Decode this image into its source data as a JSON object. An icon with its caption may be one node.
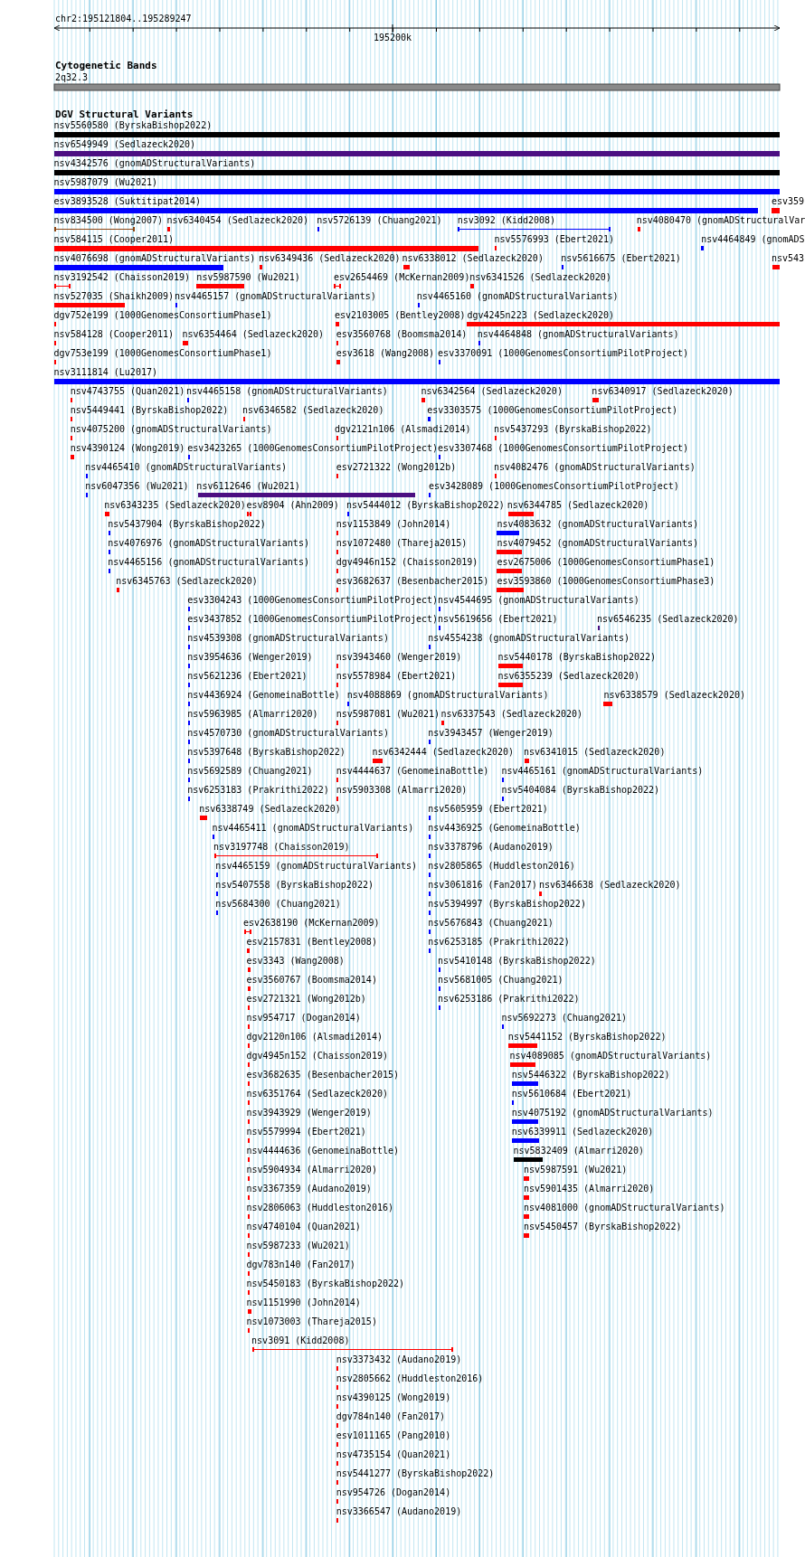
{
  "diagram": {
    "labels": [
      "chr2:195121804..195289247",
      "195200k",
      "Cytogenetic Bands",
      "2q32.3",
      "DGV Structural Variants",
      "nsv5560580 (ByrskaBishop2022)",
      "nsv6549949 (Sedlazeck2020)",
      "nsv4342576 (gnomADStructuralVariants)",
      "nsv5987079 (Wu2021)",
      "esv3893528 (Suktitipat2014)",
      "esv359",
      "nsv834500 (Wong2007)",
      "nsv6340454 (Sedlazeck2020)",
      "nsv5726139 (Chuang2021)",
      "nsv3092 (Kidd2008)",
      "nsv4080470 (gnomADStructuralVar",
      "nsv584115 (Cooper2011)",
      "nsv5576993 (Ebert2021)",
      "nsv4464849 (gnomADS",
      "nsv4076698 (gnomADStructuralVariants)",
      "nsv6349436 (Sedlazeck2020)",
      "nsv6338012 (Sedlazeck2020)",
      "nsv5616675 (Ebert2021)",
      "nsv543",
      "nsv3192542 (Chaisson2019)",
      "nsv5987590 (Wu2021)",
      "esv2654469 (McKernan2009)",
      "nsv6341526 (Sedlazeck2020)",
      "nsv527035 (Shaikh2009)",
      "nsv4465157 (gnomADStructuralVariants)",
      "nsv4465160 (gnomADStructuralVariants)",
      "dgv752e199 (1000GenomesConsortiumPhase1)",
      "esv2103005 (Bentley2008)",
      "dgv4245n223 (Sedlazeck2020)",
      "nsv584128 (Cooper2011)",
      "nsv6354464 (Sedlazeck2020)",
      "esv3560768 (Boomsma2014)",
      "nsv4464848 (gnomADStructuralVariants)",
      "dgv753e199 (1000GenomesConsortiumPhase1)",
      "esv3618 (Wang2008)",
      "esv3370091 (1000GenomesConsortiumPilotProject)",
      "nsv3111814 (Lu2017)",
      "nsv4743755 (Quan2021)",
      "nsv4465158 (gnomADStructuralVariants)",
      "nsv6342564 (Sedlazeck2020)",
      "nsv6340917 (Sedlazeck2020)",
      "nsv5449441 (ByrskaBishop2022)",
      "nsv6346582 (Sedlazeck2020)",
      "esv3303575 (1000GenomesConsortiumPilotProject)",
      "nsv4075200 (gnomADStructuralVariants)",
      "dgv2121n106 (Alsmadi2014)",
      "nsv5437293 (ByrskaBishop2022)",
      "nsv4390124 (Wong2019)",
      "esv3423265 (1000GenomesConsortiumPilotProject)",
      "esv3307468 (1000GenomesConsortiumPilotProject)",
      "nsv4465410 (gnomADStructuralVariants)",
      "esv2721322 (Wong2012b)",
      "nsv4082476 (gnomADStructuralVariants)",
      "nsv6047356 (Wu2021)",
      "nsv6112646 (Wu2021)",
      "esv3428089 (1000GenomesConsortiumPilotProject)",
      "nsv6343235 (Sedlazeck2020)",
      "esv8904 (Ahn2009)",
      "nsv5444012 (ByrskaBishop2022)",
      "nsv6344785 (Sedlazeck2020)",
      "nsv5437904 (ByrskaBishop2022)",
      "nsv1153849 (John2014)",
      "nsv4083632 (gnomADStructuralVariants)",
      "nsv4076976 (gnomADStructuralVariants)",
      "nsv1072480 (Thareja2015)",
      "nsv4079452 (gnomADStructuralVariants)",
      "nsv4465156 (gnomADStructuralVariants)",
      "dgv4946n152 (Chaisson2019)",
      "esv2675006 (1000GenomesConsortiumPhase1)",
      "nsv6345763 (Sedlazeck2020)",
      "esv3682637 (Besenbacher2015)",
      "esv3593860 (1000GenomesConsortiumPhase3)",
      "esv3304243 (1000GenomesConsortiumPilotProject)",
      "nsv4544695 (gnomADStructuralVariants)",
      "esv3437852 (1000GenomesConsortiumPilotProject)",
      "nsv5619656 (Ebert2021)",
      "nsv6546235 (Sedlazeck2020)",
      "nsv4539308 (gnomADStructuralVariants)",
      "nsv4554238 (gnomADStructuralVariants)",
      "nsv3954636 (Wenger2019)",
      "nsv3943460 (Wenger2019)",
      "nsv5440178 (ByrskaBishop2022)",
      "nsv5621236 (Ebert2021)",
      "nsv5578984 (Ebert2021)",
      "nsv6355239 (Sedlazeck2020)",
      "nsv4436924 (GenomeinaBottle)",
      "nsv4088869 (gnomADStructuralVariants)",
      "nsv6338579 (Sedlazeck2020)",
      "nsv5963985 (Almarri2020)",
      "nsv5987081 (Wu2021)",
      "nsv6337543 (Sedlazeck2020)",
      "nsv4570730 (gnomADStructuralVariants)",
      "nsv3943457 (Wenger2019)",
      "nsv5397648 (ByrskaBishop2022)",
      "nsv6342444 (Sedlazeck2020)",
      "nsv6341015 (Sedlazeck2020)",
      "nsv5692589 (Chuang2021)",
      "nsv4444637 (GenomeinaBottle)",
      "nsv4465161 (gnomADStructuralVariants)",
      "nsv6253183 (Prakrithi2022)",
      "nsv5903308 (Almarri2020)",
      "nsv5404084 (ByrskaBishop2022)",
      "nsv6338749 (Sedlazeck2020)",
      "nsv5605959 (Ebert2021)",
      "nsv4465411 (gnomADStructuralVariants)",
      "nsv4436925 (GenomeinaBottle)",
      "nsv3197748 (Chaisson2019)",
      "nsv3378796 (Audano2019)",
      "nsv4465159 (gnomADStructuralVariants)",
      "nsv2805865 (Huddleston2016)",
      "nsv5407558 (ByrskaBishop2022)",
      "nsv3061816 (Fan2017)",
      "nsv6346638 (Sedlazeck2020)",
      "nsv5684300 (Chuang2021)",
      "nsv5394997 (ByrskaBishop2022)",
      "esv2638190 (McKernan2009)",
      "nsv5676843 (Chuang2021)",
      "esv2157831 (Bentley2008)",
      "nsv6253185 (Prakrithi2022)",
      "esv3343 (Wang2008)",
      "nsv5410148 (ByrskaBishop2022)",
      "esv3560767 (Boomsma2014)",
      "nsv5681005 (Chuang2021)",
      "esv2721321 (Wong2012b)",
      "nsv6253186 (Prakrithi2022)",
      "nsv954717 (Dogan2014)",
      "nsv5692273 (Chuang2021)",
      "dgv2120n106 (Alsmadi2014)",
      "nsv5441152 (ByrskaBishop2022)",
      "dgv4945n152 (Chaisson2019)",
      "nsv4089085 (gnomADStructuralVariants)",
      "esv3682635 (Besenbacher2015)",
      "nsv5446322 (ByrskaBishop2022)",
      "nsv6351764 (Sedlazeck2020)",
      "nsv5610684 (Ebert2021)",
      "nsv3943929 (Wenger2019)",
      "nsv4075192 (gnomADStructuralVariants)",
      "nsv5579994 (Ebert2021)",
      "nsv6339911 (Sedlazeck2020)",
      "nsv4444636 (GenomeinaBottle)",
      "nsv5832409 (Almarri2020)",
      "nsv5904934 (Almarri2020)",
      "nsv5987591 (Wu2021)",
      "nsv3367359 (Audano2019)",
      "nsv5901435 (Almarri2020)",
      "nsv2806063 (Huddleston2016)",
      "nsv4081000 (gnomADStructuralVariants)",
      "nsv4740104 (Quan2021)",
      "nsv5450457 (ByrskaBishop2022)",
      "nsv5987233 (Wu2021)",
      "dgv783n140 (Fan2017)",
      "nsv5450183 (ByrskaBishop2022)",
      "nsv1151990 (John2014)",
      "nsv1073003 (Thareja2015)",
      "nsv3091 (Kidd2008)",
      "nsv3373432 (Audano2019)",
      "nsv2805662 (Huddleston2016)",
      "nsv4390125 (Wong2019)",
      "dgv784n140 (Fan2017)",
      "esv1011165 (Pang2010)",
      "nsv4735154 (Quan2021)",
      "nsv5441277 (ByrskaBishop2022)",
      "nsv954726 (Dogan2014)",
      "nsv3366547 (Audano2019)"
    ]
  }
}
